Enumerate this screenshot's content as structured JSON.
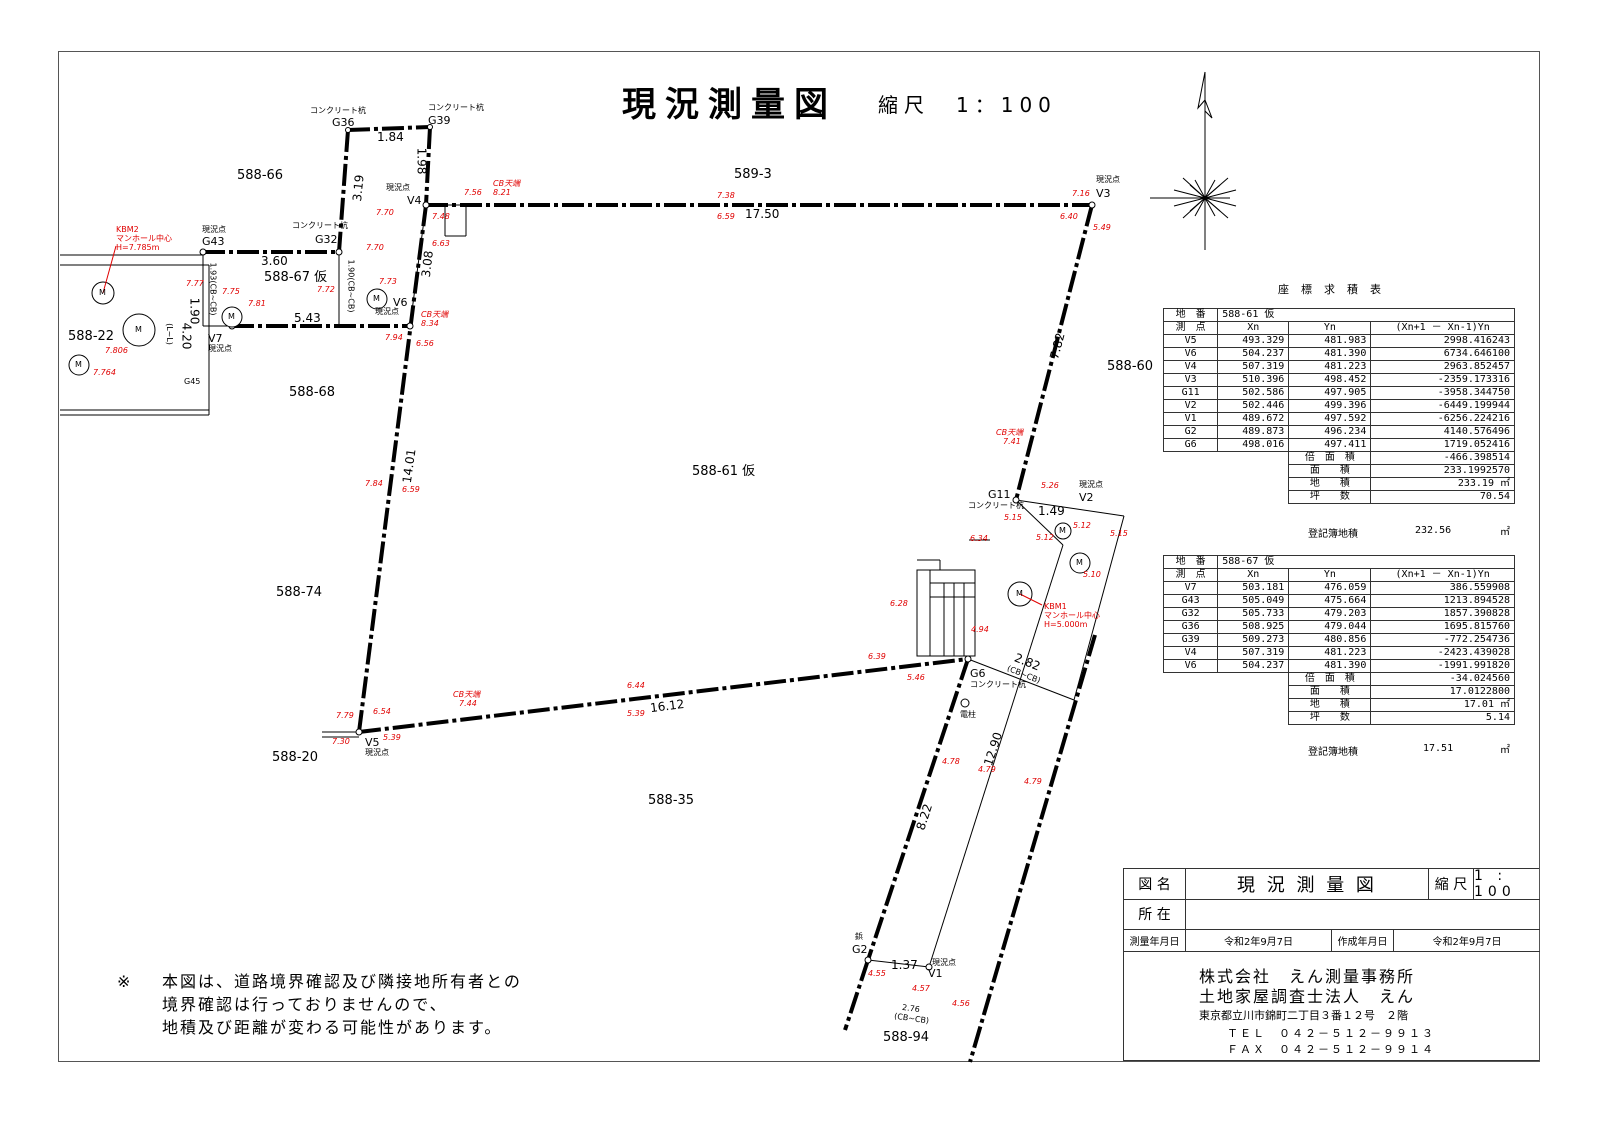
{
  "title": "現況測量図",
  "scale_label": "縮尺　1：100",
  "lots": {
    "l588_66": "588-66",
    "l589_3": "589-3",
    "l588_67": "588-67 仮",
    "l588_22": "588-22",
    "l588_68": "588-68",
    "l588_60": "588-60",
    "l588_61": "588-61 仮",
    "l588_74": "588-74",
    "l588_20": "588-20",
    "l588_35": "588-35",
    "l588_94": "588-94"
  },
  "points": {
    "g36": "G36",
    "g39": "G39",
    "g32": "G32",
    "g43": "G43",
    "v4": "V4",
    "v3": "V3",
    "v6": "V6",
    "v7": "V7",
    "v5": "V5",
    "g11": "G11",
    "v2": "V2",
    "g6": "G6",
    "g2": "G2",
    "v1": "V1",
    "g45": "G45"
  },
  "point_notes": {
    "concrete": "コンクリート杭",
    "genkyo": "現況点",
    "denchu": "電柱",
    "byo": "鋲"
  },
  "dims": {
    "d184": "1.84",
    "d198": "1.98",
    "d319": "3.19",
    "d1750": "17.50",
    "d360": "3.60",
    "d190cb": "1.90(CB~CB)",
    "d308": "3.08",
    "d193cb": "1.93(CB~CB)",
    "d543": "5.43",
    "d190": "1.90",
    "d420": "4.20",
    "dLL": "(L~L)",
    "d782": "7.82",
    "d1401": "14.01",
    "d149": "1.49",
    "d1612": "16.12",
    "d282": "2.82",
    "d282cb": "(CB~CB)",
    "d1290": "12.90",
    "d822": "8.22",
    "d137": "1.37",
    "d276": "2.76",
    "d276cb": "(CB~CB)"
  },
  "elevations": {
    "e756": "7.56",
    "e821": "8.21",
    "e738": "7.38",
    "e659": "6.59",
    "e716": "7.16",
    "e640": "6.40",
    "e549": "5.49",
    "e770a": "7.70",
    "e770b": "7.70",
    "e748": "7.48",
    "e663": "6.63",
    "e772": "7.72",
    "e773": "7.73",
    "e775": "7.75",
    "e781": "7.81",
    "e777": "7.77",
    "e834": "8.34",
    "e794": "7.94",
    "e656": "6.56",
    "e806": "7.806",
    "e764": "7.764",
    "e784": "7.84",
    "e659b": "6.59",
    "e741": "7.41",
    "e526": "5.26",
    "e515a": "5.15",
    "e512a": "5.12",
    "e512b": "5.12",
    "e515b": "5.15",
    "e634": "6.34",
    "e510": "5.10",
    "e628": "6.28",
    "e494": "4.94",
    "e639": "6.39",
    "e546": "5.46",
    "e644": "6.44",
    "e744": "7.44",
    "e539a": "5.39",
    "e779": "7.79",
    "e654": "6.54",
    "e730": "7.30",
    "e539b": "5.39",
    "e478": "4.78",
    "e479": "4.79",
    "e4792": "4.79",
    "e455": "4.55",
    "e457": "4.57",
    "e456": "4.56",
    "cb": "CB天端",
    "cb2": "CB天端",
    "cb3": "CB天端",
    "cb4": "CB天端"
  },
  "kbm": {
    "kbm2": "KBM2",
    "kbm2_txt": "マンホール中心",
    "kbm2_h": "H=7.785m",
    "kbm1": "KBM1",
    "kbm1_txt": "マンホール中心",
    "kbm1_h": "H=5.000m"
  },
  "manhole": "M",
  "table_title": "座標求積表",
  "table1": {
    "chiban_label": "地　番",
    "chiban": "588-61 仮",
    "header": [
      "測　点",
      "Xn",
      "Yn",
      "(Xn+1 － Xn-1)Yn"
    ],
    "rows": [
      [
        "V5",
        "493.329",
        "481.983",
        "2998.416243"
      ],
      [
        "V6",
        "504.237",
        "481.390",
        "6734.646100"
      ],
      [
        "V4",
        "507.319",
        "481.223",
        "2963.852457"
      ],
      [
        "V3",
        "510.396",
        "498.452",
        "-2359.173316"
      ],
      [
        "G11",
        "502.586",
        "497.905",
        "-3958.344750"
      ],
      [
        "V2",
        "502.446",
        "499.396",
        "-6449.199944"
      ],
      [
        "V1",
        "489.672",
        "497.592",
        "-6256.224216"
      ],
      [
        "G2",
        "489.873",
        "496.234",
        "4140.576496"
      ],
      [
        "G6",
        "498.016",
        "497.411",
        "1719.052416"
      ]
    ],
    "sums": [
      [
        "倍　面　積",
        "-466.398514",
        ""
      ],
      [
        "面　　積",
        "233.1992570",
        ""
      ],
      [
        "地　　積",
        "233.19",
        "㎡"
      ],
      [
        "坪　　数",
        "70.54",
        ""
      ]
    ],
    "reg_label": "登記簿地積",
    "reg_value": "232.56",
    "reg_unit": "㎡"
  },
  "table2": {
    "chiban_label": "地　番",
    "chiban": "588-67 仮",
    "header": [
      "測　点",
      "Xn",
      "Yn",
      "(Xn+1 － Xn-1)Yn"
    ],
    "rows": [
      [
        "V7",
        "503.181",
        "476.059",
        "386.559908"
      ],
      [
        "G43",
        "505.049",
        "475.664",
        "1213.894528"
      ],
      [
        "G32",
        "505.733",
        "479.203",
        "1857.390828"
      ],
      [
        "G36",
        "508.925",
        "479.044",
        "1695.815760"
      ],
      [
        "G39",
        "509.273",
        "480.856",
        "-772.254736"
      ],
      [
        "V4",
        "507.319",
        "481.223",
        "-2423.439028"
      ],
      [
        "V6",
        "504.237",
        "481.390",
        "-1991.991820"
      ]
    ],
    "sums": [
      [
        "倍　面　積",
        "-34.024560",
        ""
      ],
      [
        "面　　積",
        "17.0122800",
        ""
      ],
      [
        "地　　積",
        "17.01",
        "㎡"
      ],
      [
        "坪　　数",
        "5.14",
        ""
      ]
    ],
    "reg_label": "登記簿地積",
    "reg_value": "17.51",
    "reg_unit": "㎡"
  },
  "title_block": {
    "zumei_label": "図 名",
    "zumei": "現 況 測 量 図",
    "shukushaku_label": "縮 尺",
    "shukushaku": "1 : 100",
    "shozai_label": "所 在",
    "shozai": "",
    "sokuryo_label": "測量年月日",
    "sokuryo": "令和2年9月7日",
    "sakusei_label": "作成年月日",
    "sakusei": "令和2年9月7日",
    "company1": "株式会社　えん測量事務所",
    "company2": "土地家屋調査士法人　えん",
    "address": "東京都立川市錦町二丁目３番１２号　２階",
    "tel": "ＴＥＬ　０４２－５１２－９９１３",
    "fax": "ＦＡＸ　０４２－５１２－９９１４"
  },
  "note": {
    "mark": "※",
    "line1": "本図は、道路境界確認及び隣接地所有者との",
    "line2": "境界確認は行っておりませんので、",
    "line3": "地積及び距離が変わる可能性があります。"
  }
}
